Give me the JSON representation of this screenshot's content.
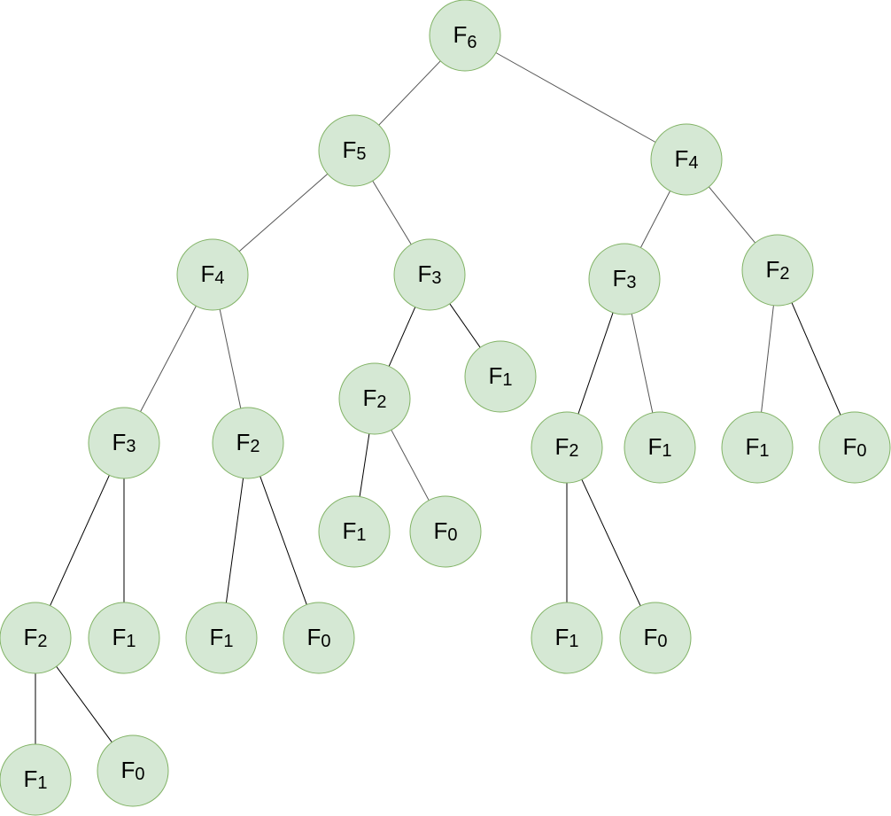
{
  "tree": {
    "nodes": [
      {
        "id": "n1",
        "base": "F",
        "sub": "6"
      },
      {
        "id": "n2",
        "base": "F",
        "sub": "5"
      },
      {
        "id": "n3",
        "base": "F",
        "sub": "4"
      },
      {
        "id": "n4",
        "base": "F",
        "sub": "4"
      },
      {
        "id": "n5",
        "base": "F",
        "sub": "3"
      },
      {
        "id": "n6",
        "base": "F",
        "sub": "3"
      },
      {
        "id": "n7",
        "base": "F",
        "sub": "2"
      },
      {
        "id": "n8",
        "base": "F",
        "sub": "3"
      },
      {
        "id": "n9",
        "base": "F",
        "sub": "2"
      },
      {
        "id": "n10",
        "base": "F",
        "sub": "2"
      },
      {
        "id": "n11",
        "base": "F",
        "sub": "1"
      },
      {
        "id": "n12",
        "base": "F",
        "sub": "2"
      },
      {
        "id": "n13",
        "base": "F",
        "sub": "1"
      },
      {
        "id": "n14",
        "base": "F",
        "sub": "1"
      },
      {
        "id": "n15",
        "base": "F",
        "sub": "0"
      },
      {
        "id": "n16",
        "base": "F",
        "sub": "2"
      },
      {
        "id": "n17",
        "base": "F",
        "sub": "1"
      },
      {
        "id": "n18",
        "base": "F",
        "sub": "1"
      },
      {
        "id": "n19",
        "base": "F",
        "sub": "0"
      },
      {
        "id": "n20",
        "base": "F",
        "sub": "1"
      },
      {
        "id": "n21",
        "base": "F",
        "sub": "0"
      },
      {
        "id": "n22",
        "base": "F",
        "sub": "1"
      },
      {
        "id": "n23",
        "base": "F",
        "sub": "0"
      },
      {
        "id": "n24",
        "base": "F",
        "sub": "1"
      },
      {
        "id": "n25",
        "base": "F",
        "sub": "0"
      }
    ],
    "edges": [
      [
        "n1",
        "n2"
      ],
      [
        "n1",
        "n3"
      ],
      [
        "n2",
        "n4"
      ],
      [
        "n2",
        "n5"
      ],
      [
        "n3",
        "n6"
      ],
      [
        "n3",
        "n7"
      ],
      [
        "n4",
        "n8"
      ],
      [
        "n4",
        "n9"
      ],
      [
        "n5",
        "n10"
      ],
      [
        "n5",
        "n11"
      ],
      [
        "n6",
        "n12"
      ],
      [
        "n6",
        "n13"
      ],
      [
        "n7",
        "n14"
      ],
      [
        "n7",
        "n15"
      ],
      [
        "n8",
        "n16"
      ],
      [
        "n8",
        "n17"
      ],
      [
        "n9",
        "n18"
      ],
      [
        "n9",
        "n19"
      ],
      [
        "n10",
        "n20"
      ],
      [
        "n10",
        "n21"
      ],
      [
        "n12",
        "n22"
      ],
      [
        "n12",
        "n23"
      ],
      [
        "n16",
        "n24"
      ],
      [
        "n16",
        "n25"
      ]
    ],
    "colors": {
      "node_fill": "#d5e8d4",
      "node_stroke": "#82b366",
      "edge": "#000000"
    }
  }
}
